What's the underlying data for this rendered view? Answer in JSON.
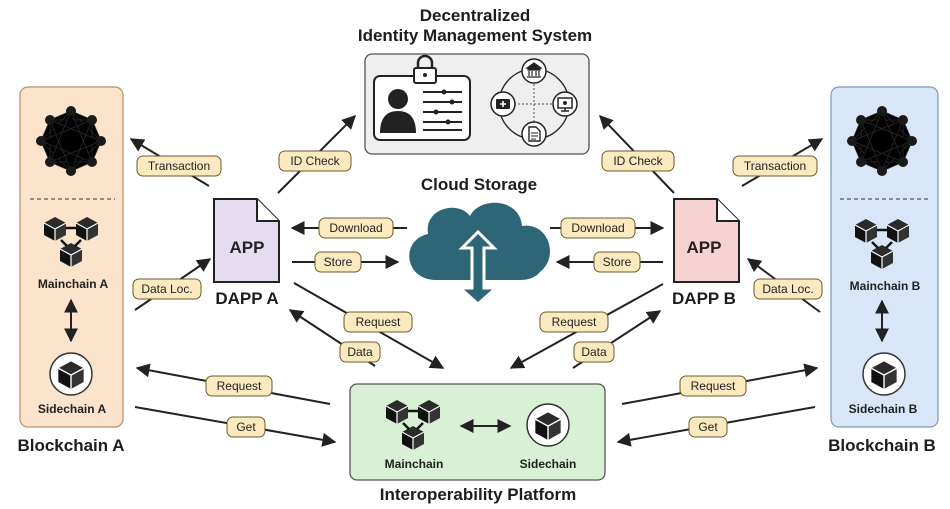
{
  "dims_label": "",
  "did": {
    "title_line1": "Decentralized",
    "title_line2": "Identity Management System"
  },
  "cloud": {
    "title": "Cloud Storage"
  },
  "interop": {
    "title": "Interoperability Platform",
    "mainchain_label": "Mainchain",
    "sidechain_label": "Sidechain"
  },
  "blockchain_a": {
    "title": "Blockchain A",
    "mainchain_label": "Mainchain A",
    "sidechain_label": "Sidechain A"
  },
  "blockchain_b": {
    "title": "Blockchain B",
    "mainchain_label": "Mainchain B",
    "sidechain_label": "Sidechain B"
  },
  "dapp_a": {
    "title": "DAPP A",
    "app_label": "APP"
  },
  "dapp_b": {
    "title": "DAPP B",
    "app_label": "APP"
  },
  "tags": {
    "transaction": "Transaction",
    "id_check": "ID Check",
    "download": "Download",
    "store": "Store",
    "data_loc": "Data Loc.",
    "request": "Request",
    "data": "Data",
    "get": "Get"
  },
  "colors": {
    "blockchain_a_bg": "#fce3cb",
    "blockchain_b_bg": "#d9e6f8",
    "interop_bg": "#d8f0d4",
    "did_bg": "#efefef",
    "dapp_a_doc": "#e6dcf0",
    "dapp_b_doc": "#f7d2d2",
    "cloud": "#2e6677",
    "tag_fill": "#fbeabf"
  }
}
